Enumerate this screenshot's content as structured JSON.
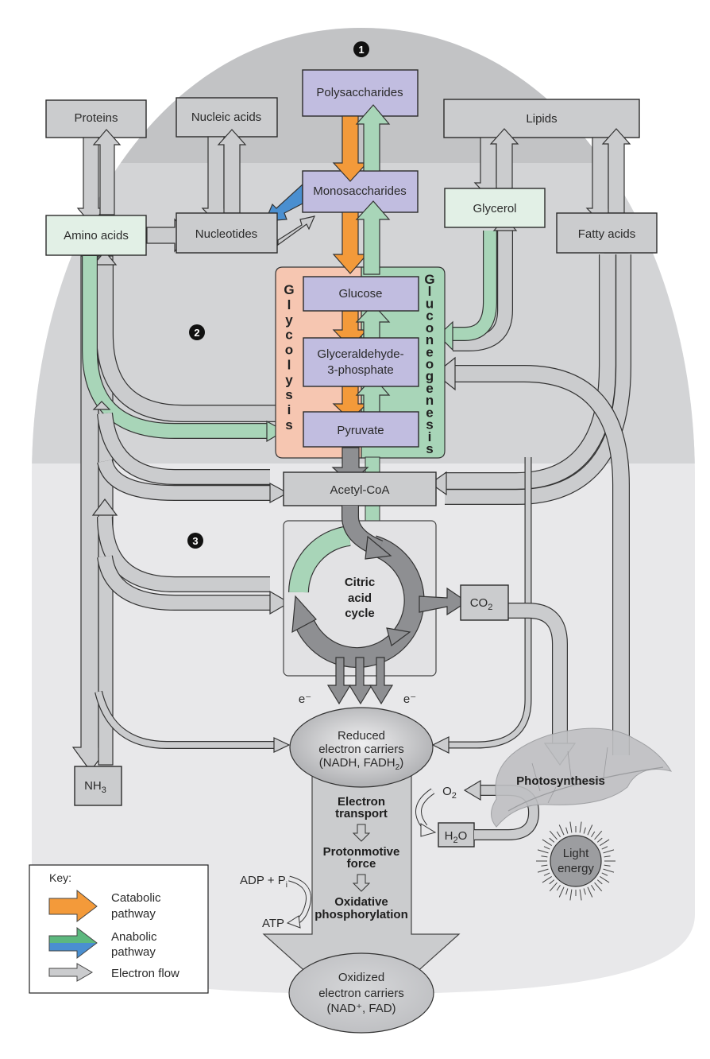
{
  "markers": [
    "1",
    "2",
    "3"
  ],
  "nodes": {
    "proteins": "Proteins",
    "nucleic_acids": "Nucleic acids",
    "polysaccharides": "Polysaccharides",
    "lipids": "Lipids",
    "monosaccharides": "Monosaccharides",
    "amino_acids": "Amino acids",
    "nucleotides": "Nucleotides",
    "glycerol": "Glycerol",
    "fatty_acids": "Fatty acids",
    "glucose": "Glucose",
    "g3p_line1": "Glyceraldehyde-",
    "g3p_line2": "3-phosphate",
    "pyruvate": "Pyruvate",
    "acetyl_coa": "Acetyl-CoA",
    "citric_line1": "Citric",
    "citric_line2": "acid",
    "citric_line3": "cycle",
    "co2": "CO",
    "co2_sub": "2",
    "nh3": "NH",
    "nh3_sub": "3",
    "reduced_line1": "Reduced",
    "reduced_line2": "electron carriers",
    "reduced_line3": "(NADH, FADH",
    "reduced_line3_sub": "2",
    "reduced_line3_end": ")",
    "oxidized_line1": "Oxidized",
    "oxidized_line2": "electron carriers",
    "oxidized_line3": "(NAD⁺, FAD)",
    "o2": "O",
    "o2_sub": "2",
    "h2o_h": "H",
    "h2o_sub": "2",
    "h2o_o": "O",
    "photosynthesis": "Photosynthesis",
    "light_line1": "Light",
    "light_line2": "energy",
    "electron_symbol": "e⁻"
  },
  "pathways": {
    "glycolysis_letters": [
      "G",
      "l",
      "y",
      "c",
      "o",
      "l",
      "y",
      "s",
      "i",
      "s"
    ],
    "gluconeogenesis_letters": [
      "G",
      "l",
      "u",
      "c",
      "o",
      "n",
      "e",
      "o",
      "g",
      "e",
      "n",
      "e",
      "s",
      "i",
      "s"
    ]
  },
  "etc_column": {
    "step1_line1": "Electron",
    "step1_line2": "transport",
    "step2_line1": "Protonmotive",
    "step2_line2": "force",
    "step3_line1": "Oxidative",
    "step3_line2": "phosphorylation",
    "adp": "ADP + P",
    "adp_sub": "i",
    "atp": "ATP"
  },
  "key": {
    "title": "Key:",
    "items": [
      {
        "line1": "Catabolic",
        "line2": "pathway",
        "color": "#f39a3a"
      },
      {
        "line1": "Anabolic",
        "line2": "pathway",
        "color": "#5cb87e",
        "color2": "#4a8fd0"
      },
      {
        "line1": "Electron flow",
        "line2": "",
        "color": "#cbccce"
      }
    ]
  },
  "colors": {
    "catabolic": "#f39a3a",
    "anabolic_green": "#a8d5b8",
    "anabolic_blue": "#4a8fd0",
    "electron_flow": "#cbccce",
    "polysaccharide_box": "#c1bde0",
    "precursor_box": "#e2f0e6",
    "glycolysis_bg": "#f6c6b1",
    "gluconeogenesis_bg": "#a8d5b8"
  }
}
